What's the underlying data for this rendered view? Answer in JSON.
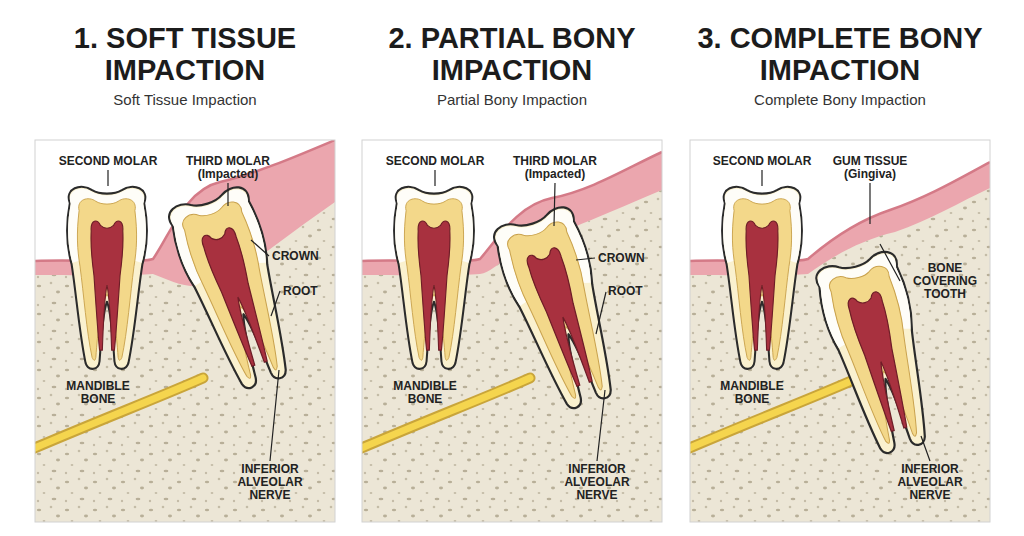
{
  "diagram": {
    "nodes": [
      {
        "text": [
          "1. SOFT TISSUE IMPACTION",
          "Soft Tissue Impaction"
        ]
      },
      {
        "text": [
          "2. PARTIAL BONY IMPACTION",
          "Partial Bony Impaction"
        ]
      },
      {
        "text": [
          "3. COMPLETE BONY IMPACTION",
          "Complete Bony Impaction"
        ]
      }
    ],
    "labels": [
      "SECOND MOLAR",
      "THIRD MOLAR (Impacted)",
      "CROWN",
      "ROOT",
      "MANDIBLE BONE",
      "INFERIOR ALVEOLAR NERVE",
      "SECOND MOLAR",
      "THIRD MOLAR (Impacted)",
      "CROWN",
      "ROOT",
      "MANDIBLE BONE",
      "INFERIOR ALVEOLAR NERVE",
      "SECOND MOLAR",
      "GUM TISSUE (Gingiva)",
      "BONE COVERING TOOTH",
      "MANDIBLE BONE",
      "INFERIOR ALVEOLAR NERVE"
    ]
  }
}
